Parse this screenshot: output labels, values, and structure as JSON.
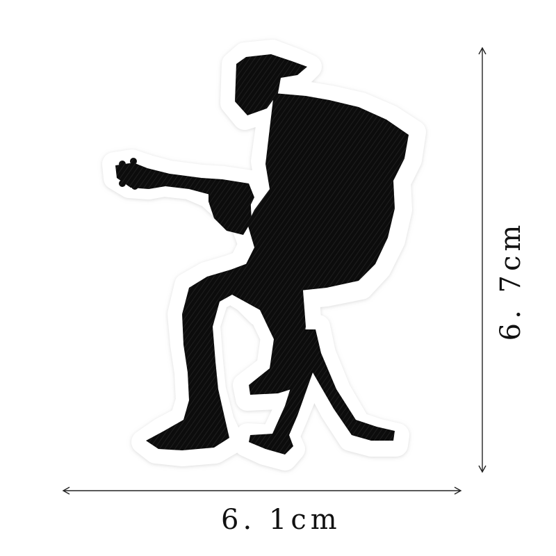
{
  "image": {
    "subject": "embroidered-patch-guitarist-silhouette",
    "colors": {
      "background": "#ffffff",
      "patch_border": "#ffffff",
      "patch_shadow": "#e6e6e6",
      "embroidery": "#0c0c0c",
      "embroidery_highlight": "#2a2a2a",
      "dimension_line": "#222222"
    }
  },
  "dimensions": {
    "width_label": "6. 1cm",
    "height_label": "6. 7cm"
  }
}
